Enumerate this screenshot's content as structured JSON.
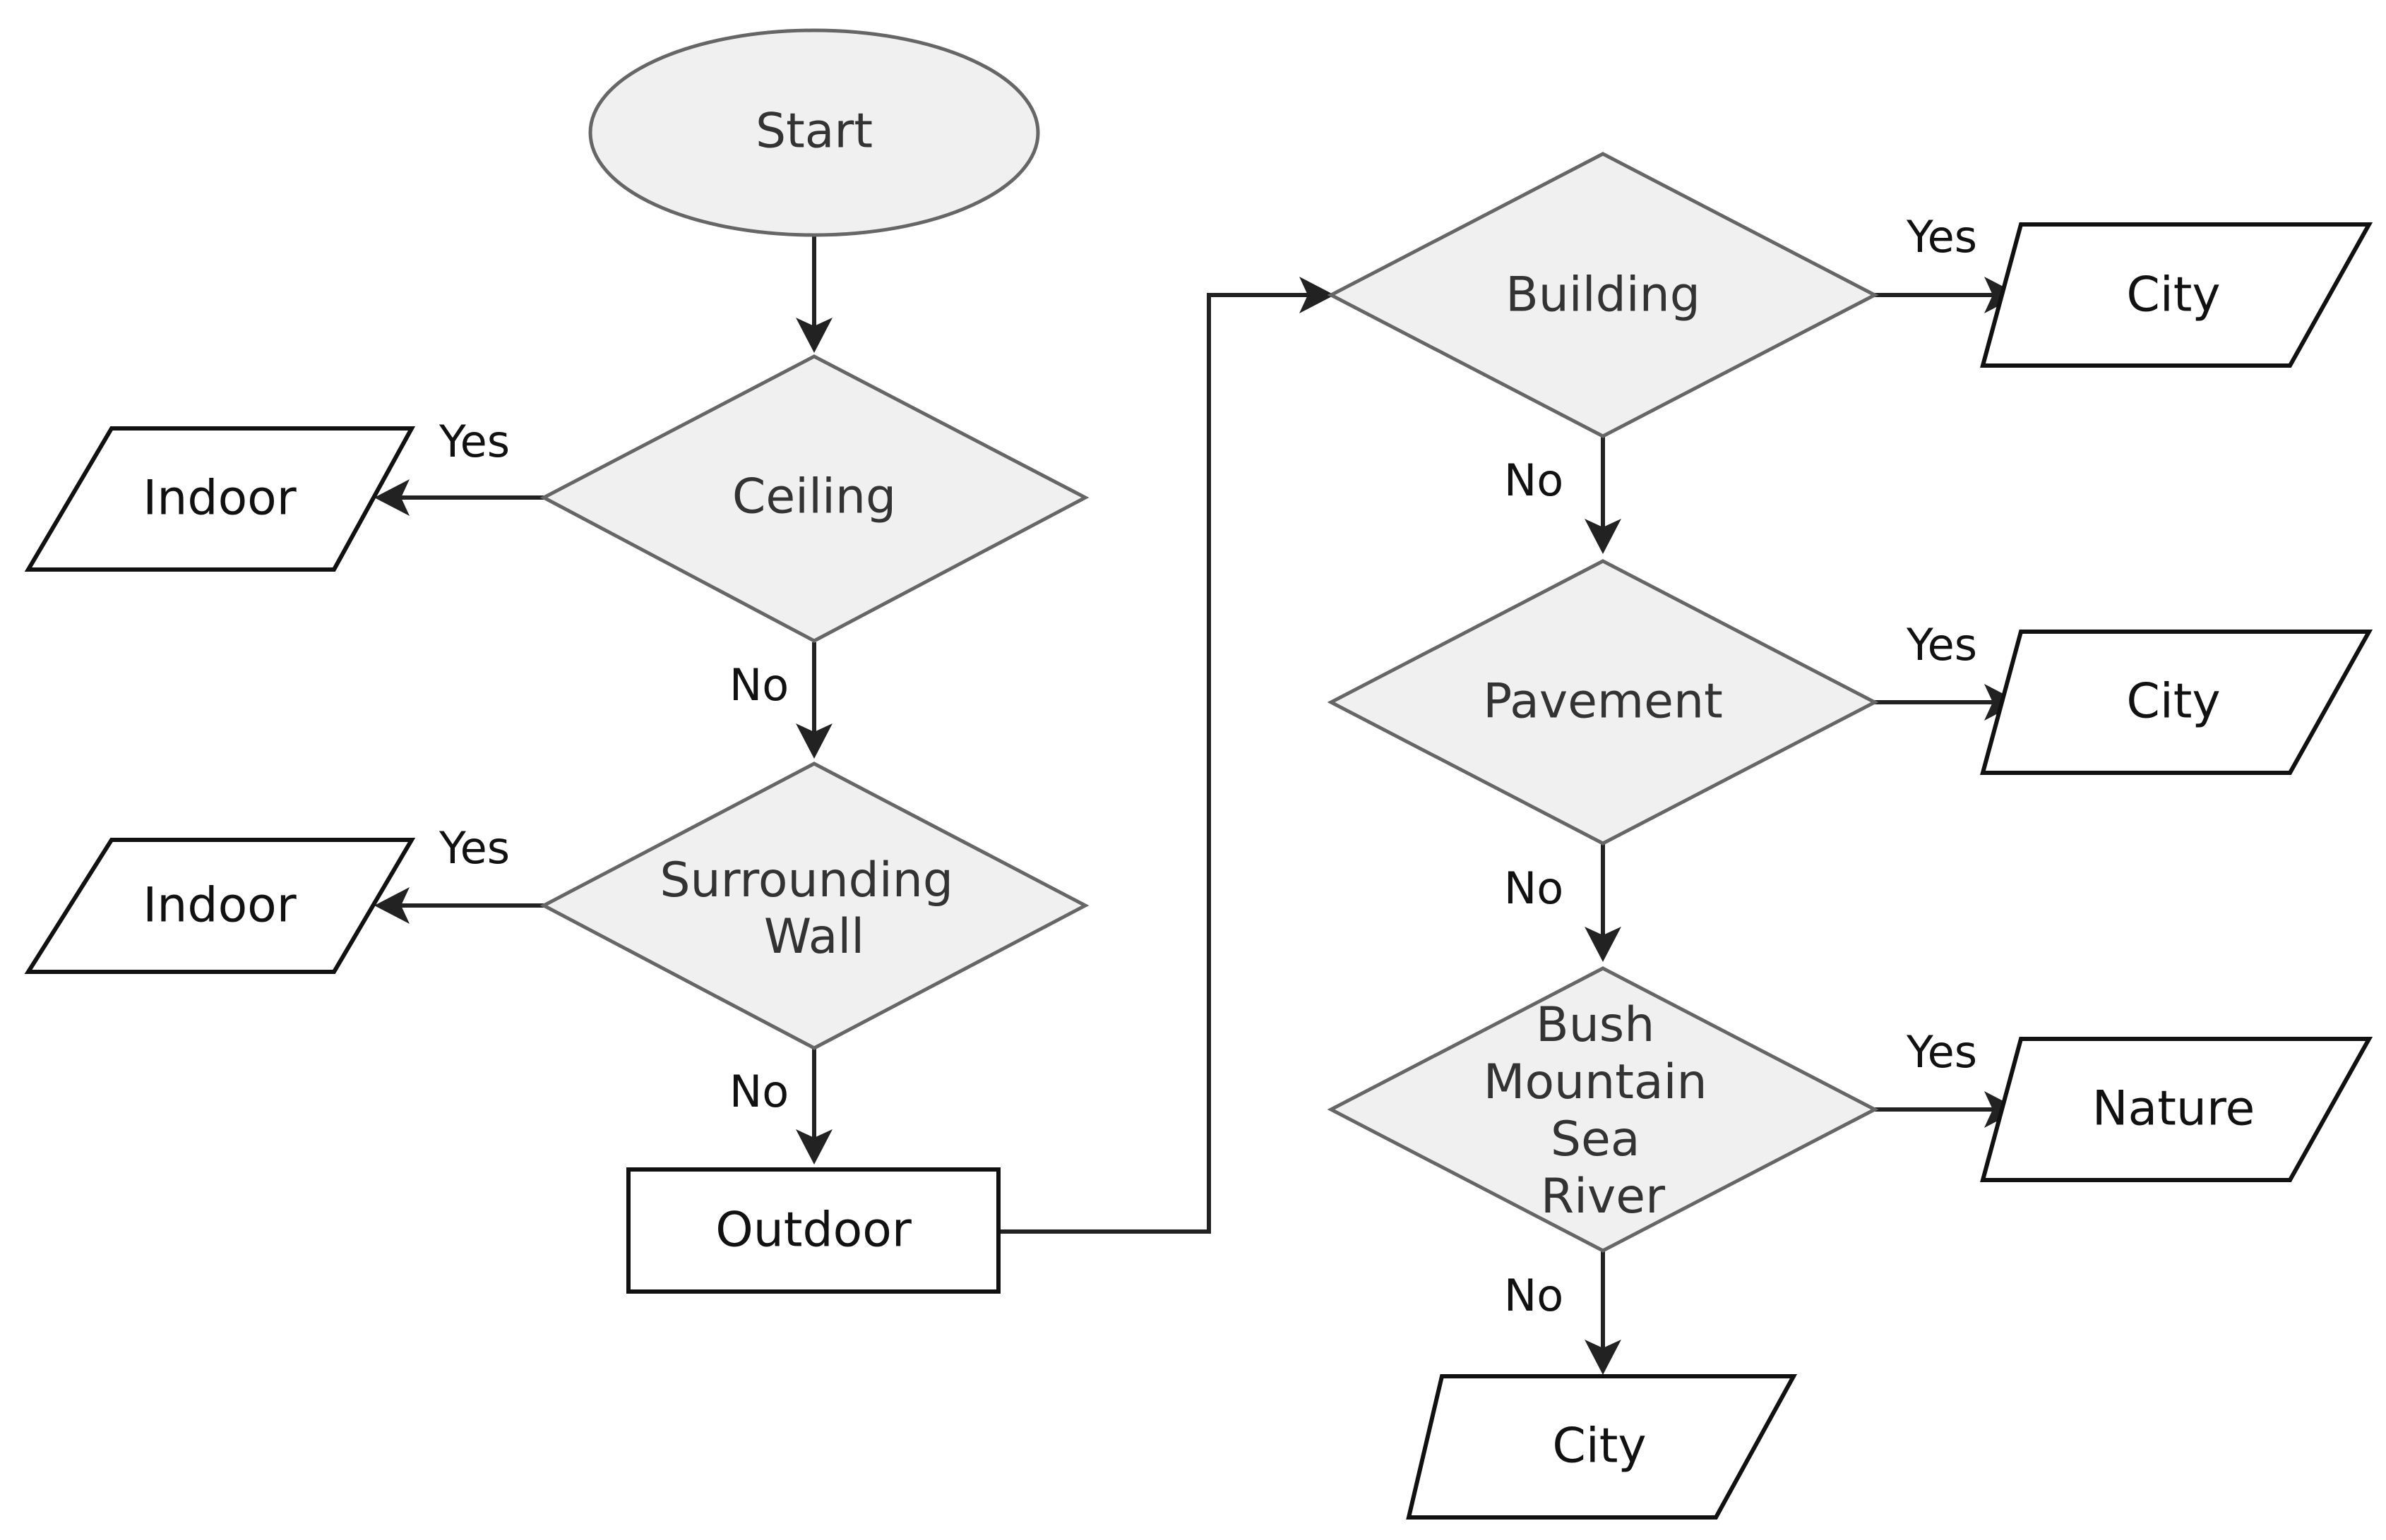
{
  "nodes": {
    "start": "Start",
    "ceiling": "Ceiling",
    "surrounding_wall": [
      "Surrounding",
      "Wall"
    ],
    "indoor_1": "Indoor",
    "indoor_2": "Indoor",
    "outdoor": "Outdoor",
    "building": "Building",
    "pavement": "Pavement",
    "nature_check": [
      "Bush",
      "Mountain",
      "Sea",
      "River"
    ],
    "city_1": "City",
    "city_2": "City",
    "nature": "Nature",
    "city_3": "City"
  },
  "edge_labels": {
    "ceiling_yes": "Yes",
    "ceiling_no": "No",
    "wall_yes": "Yes",
    "wall_no": "No",
    "building_yes": "Yes",
    "building_no": "No",
    "pavement_yes": "Yes",
    "pavement_no": "No",
    "nature_yes": "Yes",
    "nature_no": "No"
  },
  "edges": [
    {
      "from": "Start",
      "to": "Ceiling",
      "label": ""
    },
    {
      "from": "Ceiling",
      "to": "Indoor",
      "label": "Yes"
    },
    {
      "from": "Ceiling",
      "to": "Surrounding Wall",
      "label": "No"
    },
    {
      "from": "Surrounding Wall",
      "to": "Indoor",
      "label": "Yes"
    },
    {
      "from": "Surrounding Wall",
      "to": "Outdoor",
      "label": "No"
    },
    {
      "from": "Outdoor",
      "to": "Building",
      "label": ""
    },
    {
      "from": "Building",
      "to": "City",
      "label": "Yes"
    },
    {
      "from": "Building",
      "to": "Pavement",
      "label": "No"
    },
    {
      "from": "Pavement",
      "to": "City",
      "label": "Yes"
    },
    {
      "from": "Pavement",
      "to": "Bush Mountain Sea River",
      "label": "No"
    },
    {
      "from": "Bush Mountain Sea River",
      "to": "Nature",
      "label": "Yes"
    },
    {
      "from": "Bush Mountain Sea River",
      "to": "City",
      "label": "No"
    }
  ],
  "colors": {
    "shape_fill": "#f0f0f0",
    "shape_stroke": "#666666",
    "output_stroke": "#111111",
    "arrow": "#222222"
  }
}
